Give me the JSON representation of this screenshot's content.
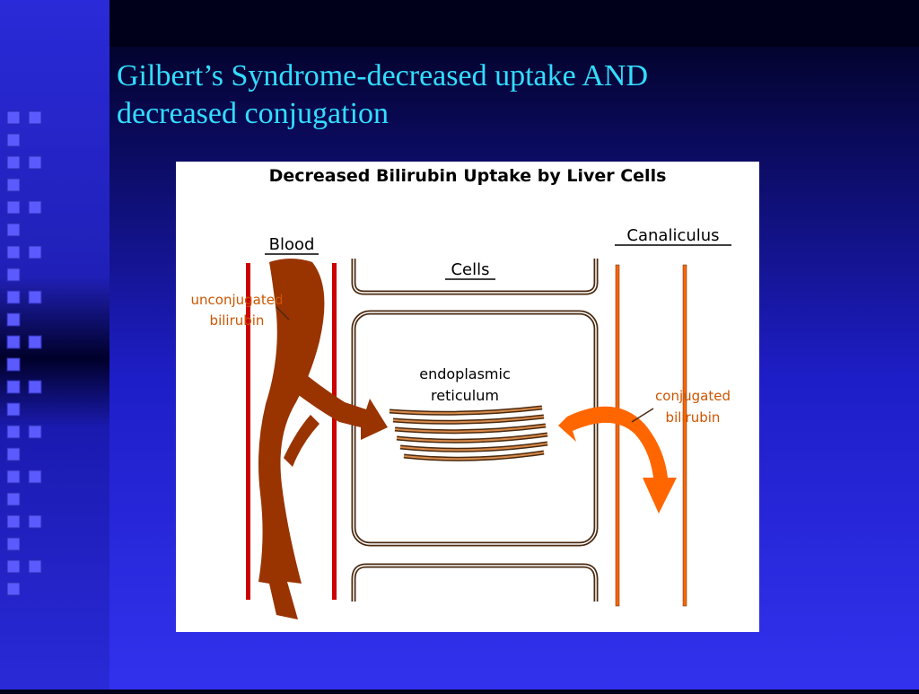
{
  "slide": {
    "title_line1": "Gilbert’s Syndrome-decreased uptake AND",
    "title_line2": "decreased conjugation"
  },
  "diagram": {
    "heading": "Decreased Bilirubin Uptake by Liver Cells",
    "labels": {
      "blood": "Blood",
      "cells": "Cells",
      "canaliculus": "Canaliculus",
      "unconjugated_line1": "unconjugated",
      "unconjugated_line2": "bilirubin",
      "er_line1": "endoplasmic",
      "er_line2": "reticulum",
      "conjugated_line1": "conjugated",
      "conjugated_line2": "bilirubin"
    },
    "colors": {
      "blood_vessel": "#cc0000",
      "bilirubin_unconjugated": "#993300",
      "bilirubin_conjugated": "#ff6600",
      "canaliculus_wall": "#ff6600",
      "cell_membrane": "#4a2a10",
      "text_orange": "#cc5500"
    }
  }
}
